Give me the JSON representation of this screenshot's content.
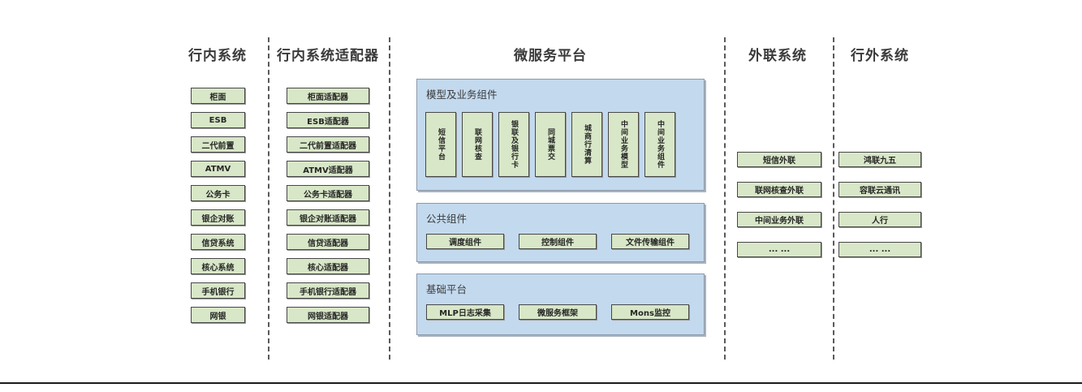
{
  "colors": {
    "box_fill_green": "#d8e7c7",
    "box_border": "#474747",
    "panel_fill_blue": "#c3d9ee",
    "panel_border": "#8a99ab",
    "text": "#3a3a3a",
    "separator": "#5a5a5a",
    "footer_rule": "#1a1a1a"
  },
  "columns": [
    {
      "title": "行内系统",
      "items": [
        "柜面",
        "ESB",
        "二代前置",
        "ATMV",
        "公务卡",
        "银企对账",
        "信贷系统",
        "核心系统",
        "手机银行",
        "网银"
      ]
    },
    {
      "title": "行内系统适配器",
      "items": [
        "柜面适配器",
        "ESB适配器",
        "二代前置适配器",
        "ATMV适配器",
        "公务卡适配器",
        "银企对账适配器",
        "信贷适配器",
        "核心适配器",
        "手机银行适配器",
        "网银适配器"
      ]
    },
    {
      "title": "微服务平台",
      "panels": [
        {
          "title": "模型及业务组件",
          "orientation": "vertical",
          "items": [
            "短信平台",
            "联网核查",
            "银联及银行卡",
            "同城票交",
            "城商行清算",
            "中间业务模型",
            "中间业务组件"
          ]
        },
        {
          "title": "公共组件",
          "orientation": "horizontal",
          "items": [
            "调度组件",
            "控制组件",
            "文件传输组件"
          ]
        },
        {
          "title": "基础平台",
          "orientation": "horizontal",
          "items": [
            "MLP日志采集",
            "微服务框架",
            "Mons监控"
          ]
        }
      ]
    },
    {
      "title": "外联系统",
      "items": [
        "短信外联",
        "联网核查外联",
        "中间业务外联",
        "... ..."
      ]
    },
    {
      "title": "行外系统",
      "items": [
        "鸿联九五",
        "容联云通讯",
        "人行",
        "... ..."
      ]
    }
  ]
}
